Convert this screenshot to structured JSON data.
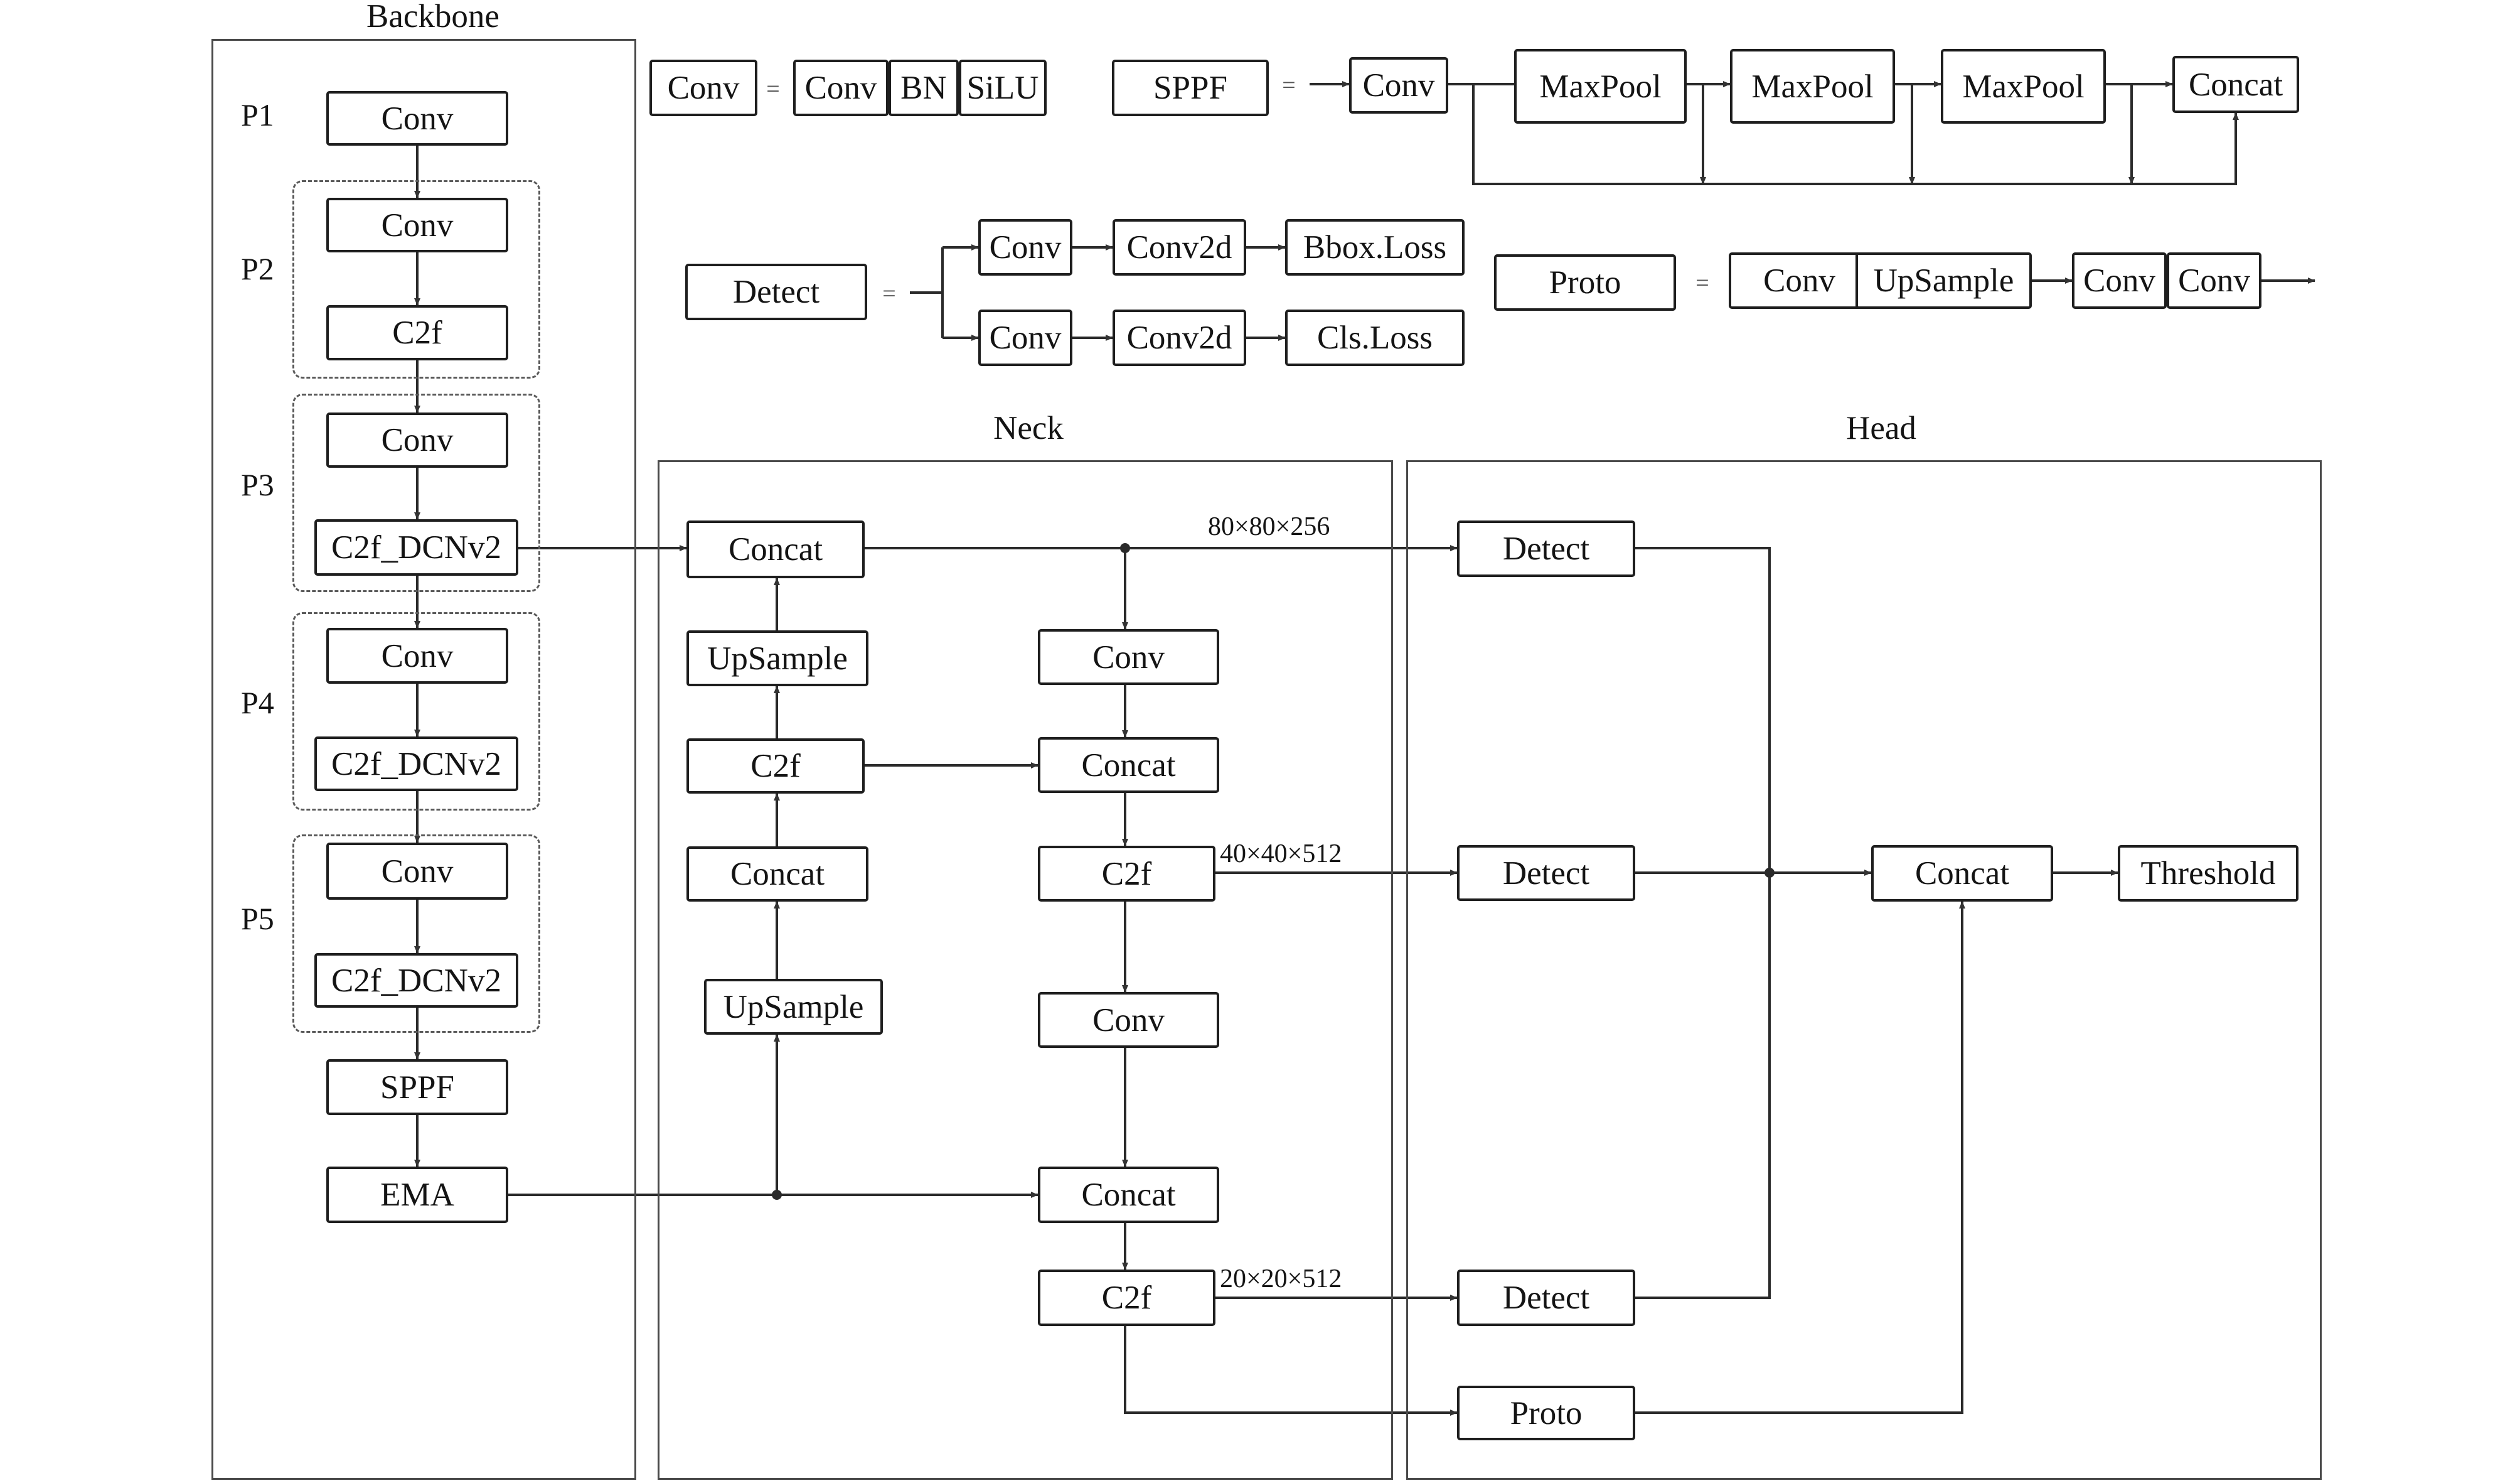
{
  "titles": {
    "backbone": "Backbone",
    "neck": "Neck",
    "head": "Head"
  },
  "stage_labels": [
    "P1",
    "P2",
    "P3",
    "P4",
    "P5"
  ],
  "equals_sign": "=",
  "backbone": {
    "p1_conv": "Conv",
    "p2_conv": "Conv",
    "p2_c2f": "C2f",
    "p3_conv": "Conv",
    "p3_c2f_dcnv2": "C2f_DCNv2",
    "p4_conv": "Conv",
    "p4_c2f_dcnv2": "C2f_DCNv2",
    "p5_conv": "Conv",
    "p5_c2f_dcnv2": "C2f_DCNv2",
    "sppf": "SPPF",
    "ema": "EMA"
  },
  "legend": {
    "conv_def": {
      "name": "Conv",
      "parts": [
        "Conv",
        "BN",
        "SiLU"
      ]
    },
    "sppf_def": {
      "name": "SPPF",
      "parts": [
        "Conv",
        "MaxPool",
        "MaxPool",
        "MaxPool",
        "Concat"
      ]
    },
    "detect_def": {
      "name": "Detect",
      "branch1": [
        "Conv",
        "Conv2d",
        "Bbox.Loss"
      ],
      "branch2": [
        "Conv",
        "Conv2d",
        "Cls.Loss"
      ]
    },
    "proto_def": {
      "name": "Proto",
      "parts": [
        "Conv",
        "UpSample",
        "Conv",
        "Conv"
      ]
    }
  },
  "neck": {
    "concat_top": "Concat",
    "upsample_1": "UpSample",
    "c2f_left": "C2f",
    "concat_left": "Concat",
    "upsample_2": "UpSample",
    "conv_1": "Conv",
    "concat_mid": "Concat",
    "c2f_mid": "C2f",
    "conv_2": "Conv",
    "concat_bottom": "Concat",
    "c2f_bottom": "C2f"
  },
  "head": {
    "detect_1": "Detect",
    "detect_2": "Detect",
    "detect_3": "Detect",
    "proto": "Proto",
    "concat": "Concat",
    "threshold": "Threshold"
  },
  "dimensions": {
    "scale_80": "80×80×256",
    "scale_40": "40×40×512",
    "scale_20": "20×20×512"
  },
  "colors": {
    "stroke": "#1e1e1e",
    "frame": "#4a4a4a",
    "dashed": "#5a5a5a",
    "text": "#141414"
  }
}
